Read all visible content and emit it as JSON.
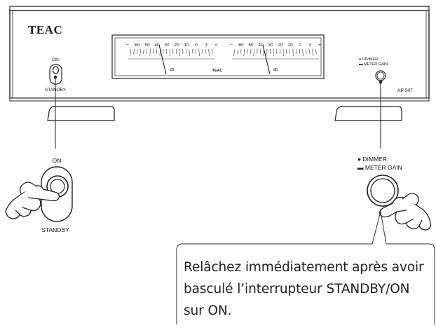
{
  "device": {
    "brand": "TEAC",
    "model": "AP-507",
    "power_switch": {
      "top_label": "ON",
      "bottom_label": "STANDBY"
    },
    "meter": {
      "scale_labels": [
        "−",
        "60",
        "50",
        "40",
        "30",
        "20",
        "10",
        "0",
        "3",
        "+"
      ],
      "unit": "dB",
      "center_logo": "TEAC"
    },
    "dimmer_button": {
      "line1": "● DIMMER",
      "line2": "▬ METER GAIN"
    }
  },
  "zoom_left": {
    "top_label": "ON",
    "bottom_label": "STANDBY"
  },
  "zoom_right": {
    "line1": "● DIMMER",
    "line2": "▬ METER GAIN"
  },
  "callout": {
    "lines": [
      "Relâchez immédiatement après avoir",
      "basculé l’interrupteur STANDBY/ON",
      "sur ON."
    ]
  }
}
